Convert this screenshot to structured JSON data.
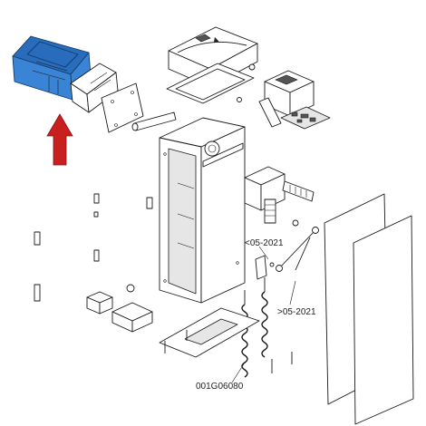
{
  "labels": {
    "before_rev": "<05-2021",
    "after_rev": ">05-2021",
    "spring_code": "001G06080"
  },
  "colors": {
    "highlight": "#3a84d6",
    "arrow": "#c8201e",
    "line": "#1a1a1a"
  },
  "icons": {
    "arrow": "up-arrow-icon"
  }
}
